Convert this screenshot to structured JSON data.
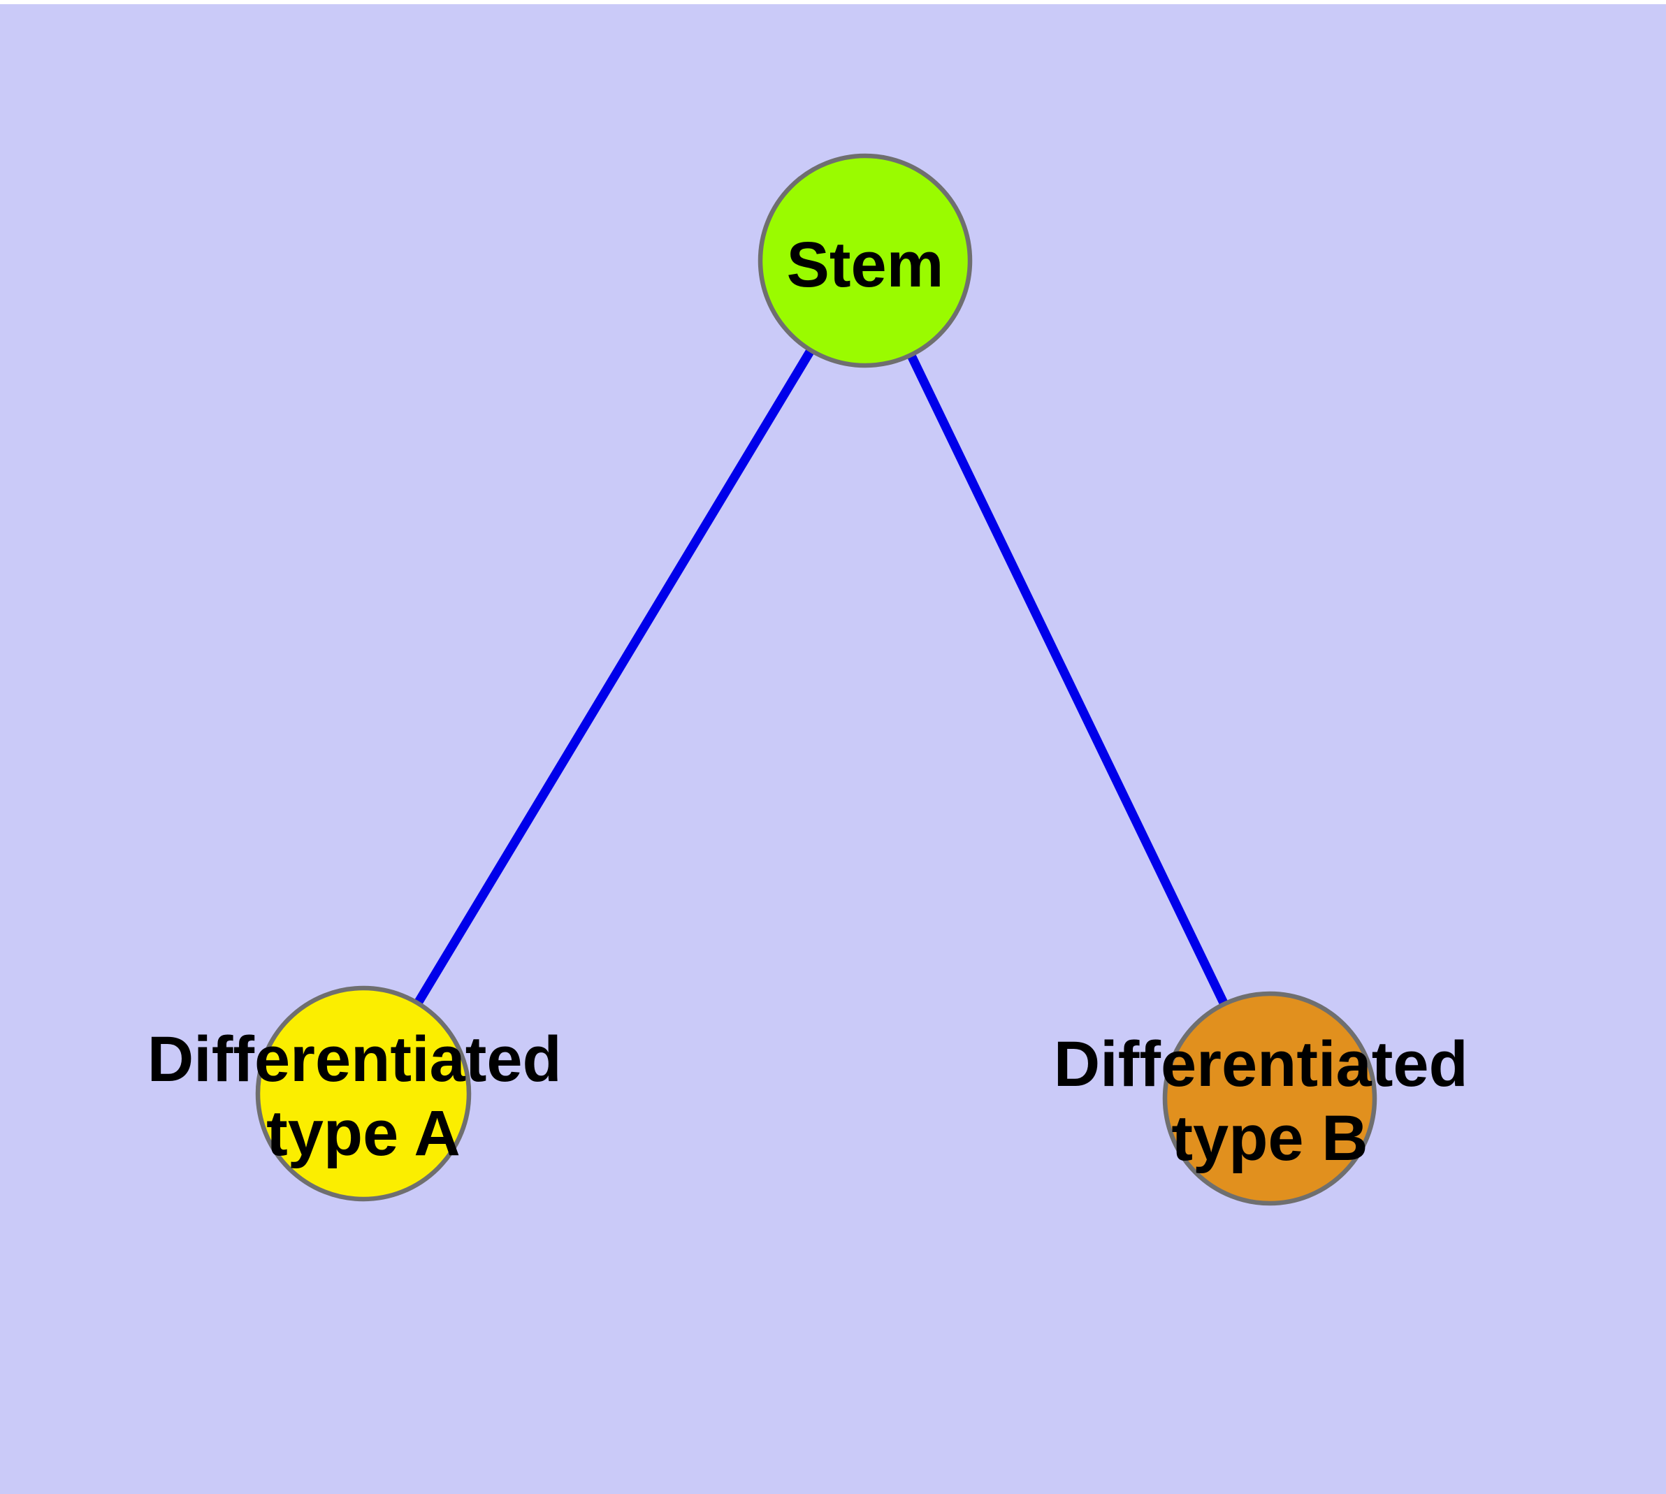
{
  "diagram": {
    "type": "node-link-graph",
    "background_color": "#CACAF8",
    "top_margin_color": "#FFFFFF",
    "edge_color": "#0000EA",
    "node_border_color": "#6F6F6F",
    "label_color": "#000000",
    "nodes": [
      {
        "id": "stem",
        "label": "Stem",
        "color": "#9AFB00"
      },
      {
        "id": "differentiated-type-a",
        "label_line1": "Differentiated",
        "label_line2": "type A",
        "color": "#FBEE00"
      },
      {
        "id": "differentiated-type-b",
        "label_line1": "Differentiated",
        "label_line2": "type B",
        "color": "#E1901E"
      }
    ],
    "edges": [
      {
        "from": "Stem",
        "to": "Differentiated type A"
      },
      {
        "from": "Stem",
        "to": "Differentiated type B"
      }
    ]
  }
}
